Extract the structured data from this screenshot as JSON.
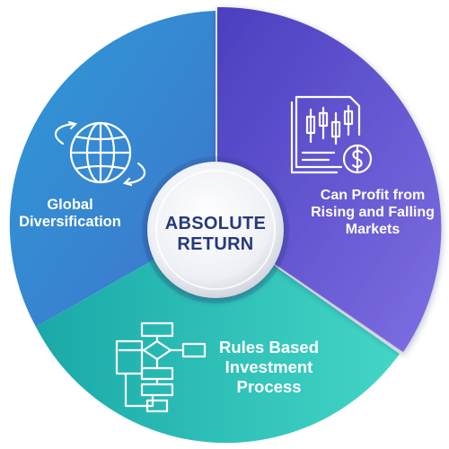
{
  "center": {
    "line1": "ABSOLUTE",
    "line2": "RETURN",
    "color": "#263a7a"
  },
  "segments": [
    {
      "id": "profit",
      "label_lines": [
        "Can Profit from",
        "Rising and Falling",
        "Markets"
      ],
      "icon": "candlestick-chart-document-dollar-icon",
      "color_start": "#5b4bc8",
      "color_end": "#7b6be0"
    },
    {
      "id": "rules",
      "label_lines": [
        "Rules Based",
        "Investment",
        "Process"
      ],
      "icon": "flowchart-icon",
      "color_start": "#1fb5ad",
      "color_end": "#3ed3c4"
    },
    {
      "id": "global",
      "label_lines": [
        "Global",
        "Diversification"
      ],
      "icon": "globe-orbit-icon",
      "color_start": "#2a8fd0",
      "color_end": "#4a7ed6"
    }
  ]
}
